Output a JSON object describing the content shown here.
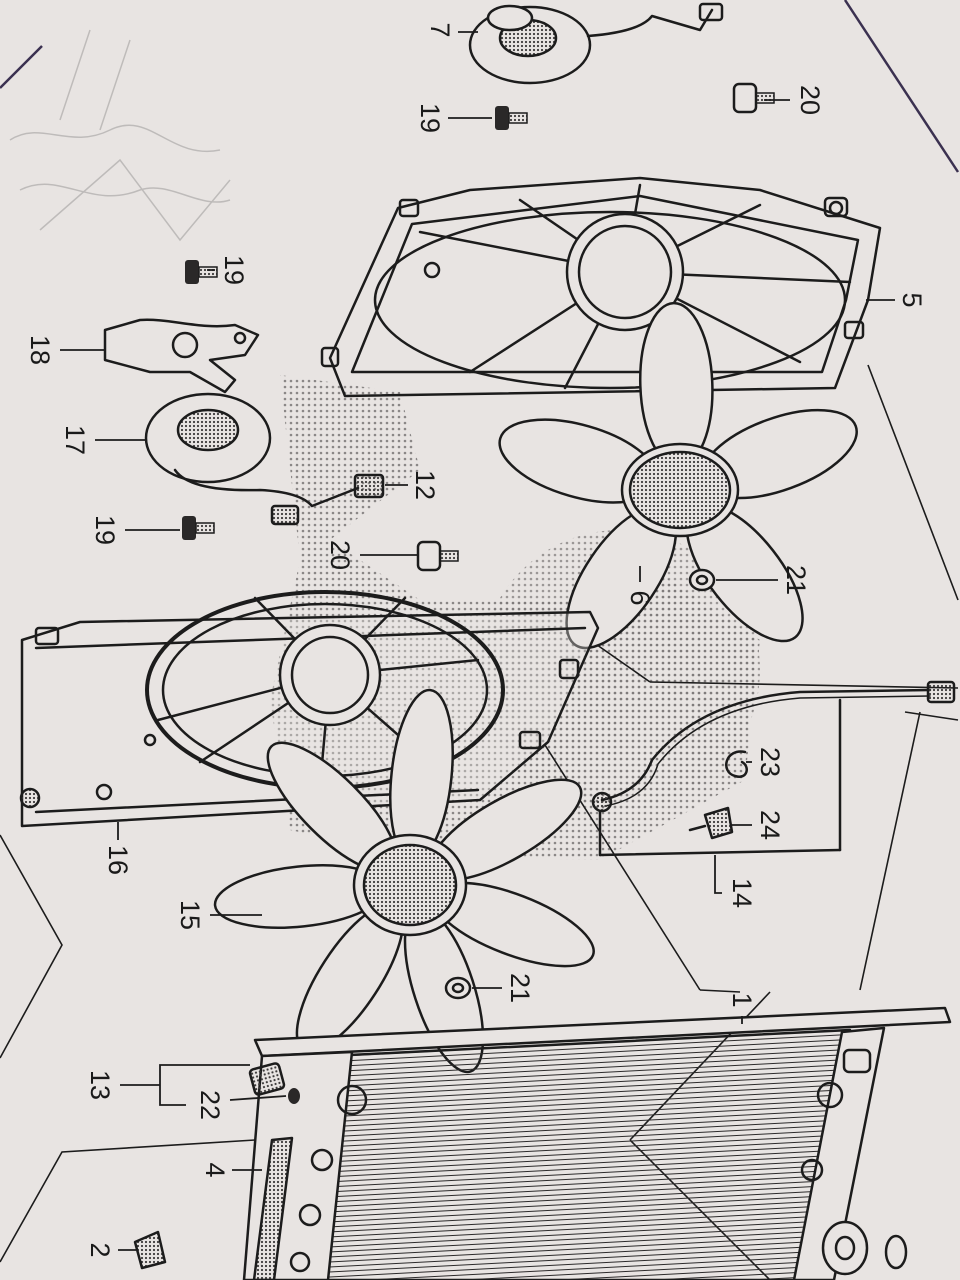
{
  "colors": {
    "paper": "#e8e4e2",
    "ink": "#1c1c1c",
    "page_edge": "#3b3150"
  },
  "callouts": [
    {
      "label": "7"
    },
    {
      "label": "19"
    },
    {
      "label": "20"
    },
    {
      "label": "5"
    },
    {
      "label": "19"
    },
    {
      "label": "18"
    },
    {
      "label": "17"
    },
    {
      "label": "12"
    },
    {
      "label": "19"
    },
    {
      "label": "20"
    },
    {
      "label": "6"
    },
    {
      "label": "21"
    },
    {
      "label": "16"
    },
    {
      "label": "23"
    },
    {
      "label": "24"
    },
    {
      "label": "14"
    },
    {
      "label": "15"
    },
    {
      "label": "21"
    },
    {
      "label": "1"
    },
    {
      "label": "13"
    },
    {
      "label": "22"
    },
    {
      "label": "4"
    },
    {
      "label": "2"
    }
  ]
}
